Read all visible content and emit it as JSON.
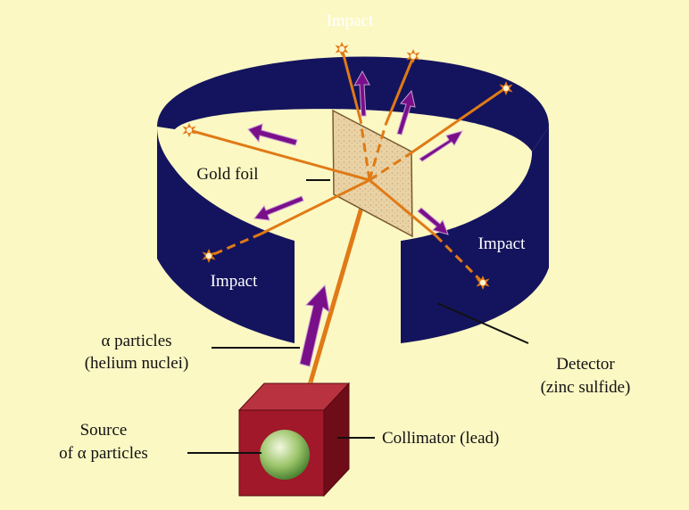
{
  "labels": {
    "impact_top": "Impact",
    "impact_right": "Impact",
    "impact_left": "Impact",
    "gold_foil": "Gold foil",
    "alpha_line1": "α particles",
    "alpha_line2": "(helium nuclei)",
    "source_line1": "Source",
    "source_line2": "of α particles",
    "collimator": "Collimator (lead)",
    "detector_line1": "Detector",
    "detector_line2": "(zinc sulfide)"
  },
  "colors": {
    "background": "#fbf8c4",
    "detector": "#14145e",
    "beam": "#e07a16",
    "arrow": "#7a0f8a",
    "box": "#a0182a",
    "foil": "#e8d0a0",
    "sphere": "#7cb04c"
  }
}
